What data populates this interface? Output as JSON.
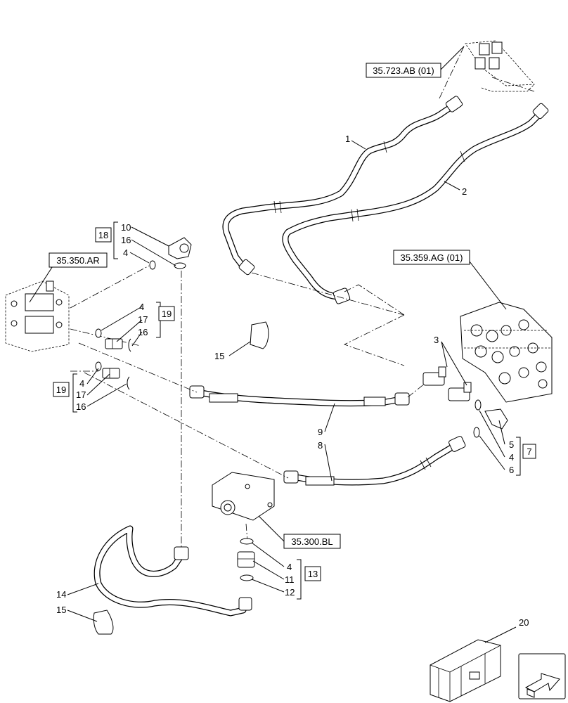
{
  "references": {
    "r1": "35.723.AB (01)",
    "r2": "35.350.AR",
    "r3": "35.359.AG (01)",
    "r4": "35.300.BL"
  },
  "groups": {
    "g18": "18",
    "g19a": "19",
    "g19b": "19",
    "g7": "7",
    "g13": "13"
  },
  "callouts": {
    "c1": "1",
    "c2": "2",
    "c3": "3",
    "c10": "10",
    "c16a": "16",
    "c4a": "4",
    "c4b": "4",
    "c17a": "17",
    "c16b": "16",
    "c15a": "15",
    "c4c": "4",
    "c17b": "17",
    "c16c": "16",
    "c9": "9",
    "c8": "8",
    "c5": "5",
    "c4d": "4",
    "c6": "6",
    "c4e": "4",
    "c11": "11",
    "c12": "12",
    "c14": "14",
    "c15b": "15",
    "c20": "20"
  }
}
